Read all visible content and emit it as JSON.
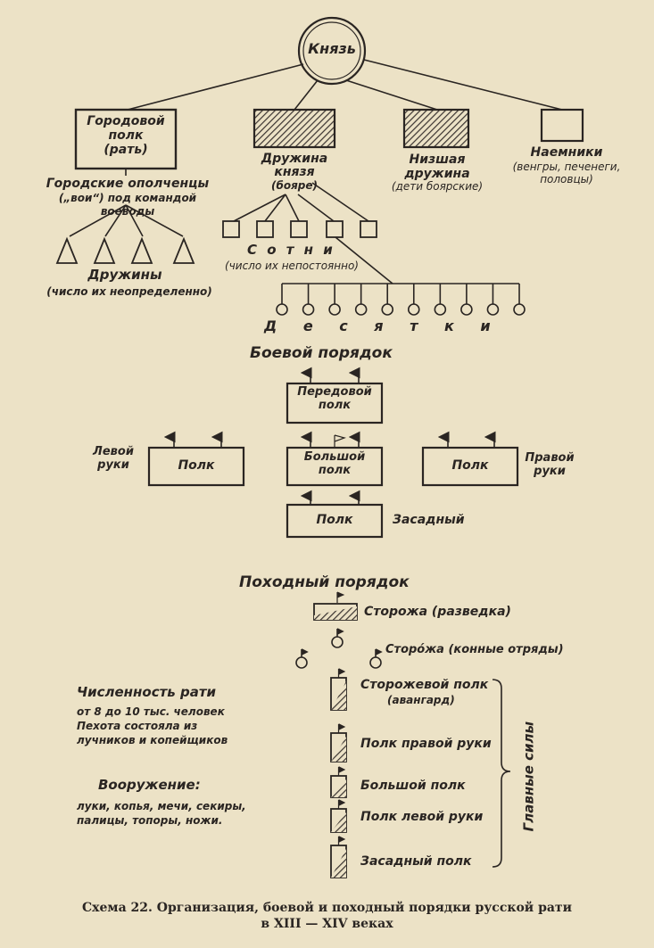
{
  "hierarchy": {
    "root": "Князь",
    "city_regiment": [
      "Городовой",
      "полк",
      "(рать)"
    ],
    "city_militia": [
      "Городские ополченцы",
      "(„вои“) под командой",
      "воеводы"
    ],
    "detachments": "Дружины",
    "detachments_note": "(число их неопределенно)",
    "prince_retinue": [
      "Дружина",
      "князя",
      "(бояре)"
    ],
    "lower_retinue": [
      "Низшая",
      "дружина",
      "(дети боярские)"
    ],
    "mercenaries": [
      "Наемники",
      "(венгры, печенеги,",
      "половцы)"
    ],
    "hundreds": "С о т н и",
    "hundreds_note": "(число их непостоянно)",
    "tens": "Д е с я т к и"
  },
  "battle_order": {
    "title": "Боевой порядок",
    "vanguard": [
      "Передовой",
      "полк"
    ],
    "left_label": [
      "Левой",
      "руки"
    ],
    "left_regiment": "Полк",
    "main_regiment": [
      "Большой",
      "полк"
    ],
    "right_regiment": "Полк",
    "right_label": [
      "Правой",
      "руки"
    ],
    "ambush_regiment": "Полк",
    "ambush_label": "Засадный"
  },
  "march_order": {
    "title": "Походный порядок",
    "scouts": "Сторожа (разведка)",
    "mounted_guard": "Сторо́жа (конные отряды)",
    "guard_regiment": [
      "Сторожевой полк",
      "(авангард)"
    ],
    "right_hand": "Полк правой руки",
    "main": "Большой полк",
    "left_hand": "Полк левой руки",
    "ambush": "Засадный полк",
    "main_forces": "Главные силы"
  },
  "notes": {
    "army_size_title": "Численность рати",
    "army_size_lines": [
      "от 8 до 10 тыс. человек",
      "Пехота состояла из",
      "лучников и копейщиков"
    ],
    "weapons_title": "Вооружение:",
    "weapons_lines": [
      "луки, копья, мечи, секиры,",
      "палицы, топоры, ножи."
    ]
  },
  "caption": {
    "line1": "Схема 22. Организация, боевой и походный порядки русской рати",
    "line2": "в XIII — XIV веках"
  }
}
